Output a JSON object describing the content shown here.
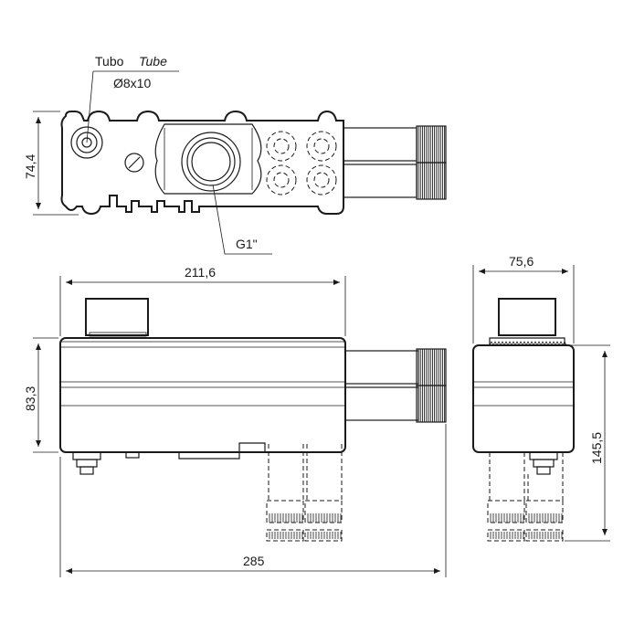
{
  "labels": {
    "tube_label": "Tubo",
    "tube_label_italic": "Tube",
    "tube_size": "Ø8x10",
    "thread": "G1\""
  },
  "dimensions": {
    "top_height": "74,4",
    "front_width": "211,6",
    "front_height": "83,3",
    "overall_width": "285",
    "side_width": "75,6",
    "side_height": "145,5"
  }
}
